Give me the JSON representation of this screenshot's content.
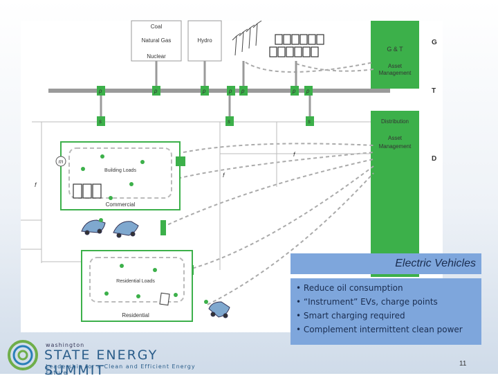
{
  "diagram": {
    "generation_box": {
      "line1": "Coal",
      "line2": "Natural Gas",
      "line3": "Nuclear"
    },
    "hydro_label": "Hydro",
    "gt_label": "G & T",
    "gt_asset": "Asset Management",
    "distribution_label": "Distribution",
    "dist_asset": "Asset Management",
    "tier_g": "G",
    "tier_t": "T",
    "tier_d": "D",
    "node_p": "p",
    "node_s": "s",
    "node_f": "f",
    "node_m": "m",
    "building_loads": "Building Loads",
    "commercial": "Commercial",
    "residential_loads": "Residential Loads",
    "residential": "Residential"
  },
  "ev_panel": {
    "title": "Electric Vehicles",
    "bullets": [
      "Reduce oil consumption",
      "“Instrument” EVs, charge points",
      "Smart charging required",
      "Complement intermittent clean power"
    ]
  },
  "footer": {
    "logo_small": "washington",
    "logo_main": "STATE ENERGY SUMMIT",
    "logo_tagline": "Leadership for a Clean and Efficient Energy Future",
    "page_number": "11"
  },
  "colors": {
    "green": "#3cb04a",
    "grey_bus": "#9a9a9a",
    "panel_blue": "#7ea6dc"
  }
}
